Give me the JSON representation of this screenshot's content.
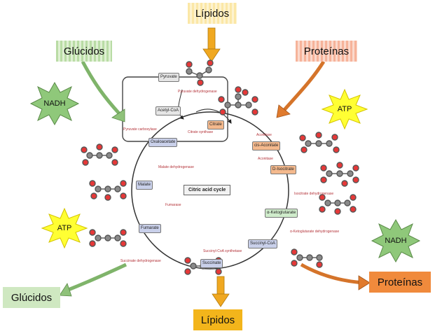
{
  "labels": {
    "lipidos_top": "Lípidos",
    "glucidos_top": "Glúcidos",
    "proteinas_top": "Proteínas",
    "nadh_top": "NADH",
    "atp_right": "ATP",
    "nadh_right": "NADH",
    "atp_left": "ATP",
    "glucidos_bottom": "Glúcidos",
    "proteinas_bottom": "Proteínas",
    "lipidos_bottom": "Lípidos"
  },
  "cycle": {
    "center": "Citric acid cycle",
    "nodes": {
      "pyruvate": "Pyruvate",
      "acetyl_coa": "Acetyl-CoA",
      "citrate": "Citrate",
      "cis_aconitate": "cis-Aconitate",
      "isocitrate": "D-Isocitrate",
      "alpha_kg": "α-Ketoglutarate",
      "succinyl_coa": "Succinyl-CoA",
      "succinate": "Succinate",
      "fumarate": "Fumarate",
      "malate": "Malate",
      "oxaloacetate": "Oxaloacetate"
    },
    "enzymes": {
      "pdh": "Pyruvate dehydrogenase",
      "citrate_synthase": "Citrate synthase",
      "aconitase1": "Aconitase",
      "aconitase2": "Aconitase",
      "idh": "Isocitrate dehydrogenase",
      "akgdh": "α-Ketoglutarate dehydrogenase",
      "scs": "Succinyl-CoA synthetase",
      "sdh": "Succinate dehydrogenase",
      "fumarase": "Fumarase",
      "mdh": "Malate dehydrogenase",
      "pc": "Pyruvate carboxylase"
    }
  },
  "colors": {
    "green_arrow": "#8fc27a",
    "orange_arrow": "#e07b2e",
    "yellow_arrow": "#f0a820",
    "atp_star": "#ffff33",
    "nadh_star": "#8fc87a",
    "atom_red": "#e53838",
    "atom_gray": "#8a8a8a"
  }
}
